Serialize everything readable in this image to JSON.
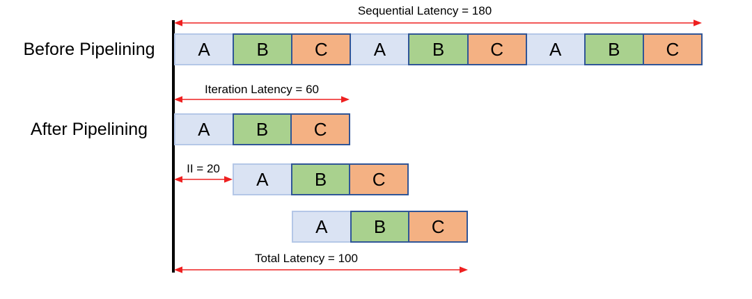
{
  "labels": {
    "before": "Before Pipelining",
    "after": "After Pipelining"
  },
  "annotations": {
    "sequential": "Sequential Latency = 180",
    "iteration": "Iteration Latency = 60",
    "ii": "II = 20",
    "total": "Total Latency = 100"
  },
  "values": {
    "sequential_latency": 180,
    "iteration_latency": 60,
    "initiation_interval": 20,
    "total_latency": 100
  },
  "stages": [
    "A",
    "B",
    "C"
  ],
  "rows": {
    "before": [
      "A",
      "B",
      "C",
      "A",
      "B",
      "C",
      "A",
      "B",
      "C"
    ],
    "pipeline": [
      {
        "cells": [
          "A",
          "B",
          "C"
        ]
      },
      {
        "cells": [
          "A",
          "B",
          "C"
        ]
      },
      {
        "cells": [
          "A",
          "B",
          "C"
        ]
      }
    ]
  },
  "colors": {
    "stage_a_fill": "#dae3f3",
    "stage_a_border": "#b4c7e7",
    "stage_b_fill": "#a9d18e",
    "stage_c_fill": "#f4b183",
    "stage_bc_border": "#2f5597",
    "arrow_red": "#ee2020",
    "axis_black": "#000000"
  }
}
